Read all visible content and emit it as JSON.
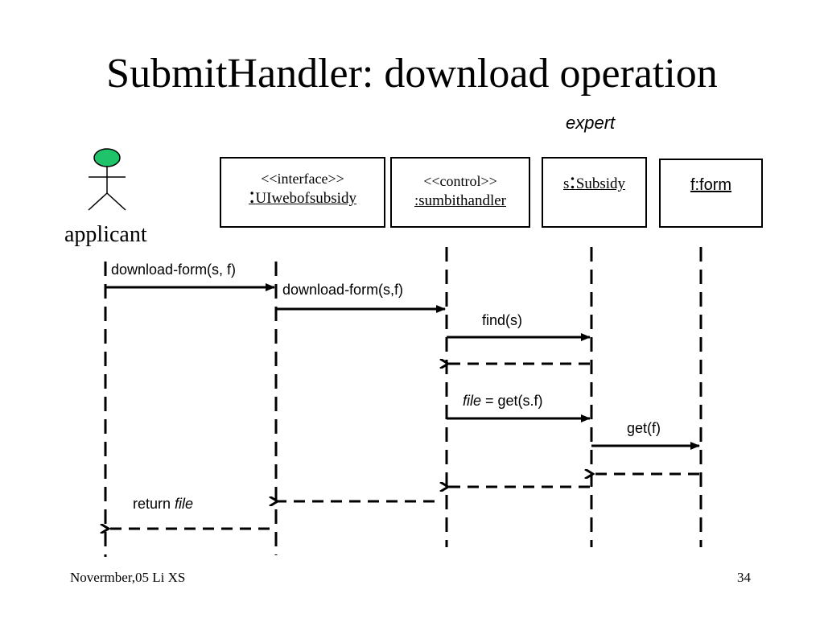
{
  "title": "SubmitHandler: download operation",
  "annotation": "expert",
  "actor": {
    "label": "applicant",
    "head_color": "#1fc46a"
  },
  "objects": [
    {
      "stereotype": "<<interface>>",
      "colon": ":",
      "name": "UIwebofsubsidy"
    },
    {
      "stereotype": "<<control>>",
      "name": ":sumbithandler"
    },
    {
      "prefix": "s",
      "colon": ":",
      "name": "Subsidy"
    },
    {
      "name": "f:form"
    }
  ],
  "messages": [
    {
      "text": "download-form(s, f)"
    },
    {
      "text": "download-form(s,f)"
    },
    {
      "text": "find(s)"
    },
    {
      "var": "file",
      "text": " = get(s.f)"
    },
    {
      "text": "get(f)"
    },
    {
      "text": "return ",
      "var": "file"
    }
  ],
  "footer": {
    "left": "Novermber,05 Li XS",
    "right": "34"
  }
}
